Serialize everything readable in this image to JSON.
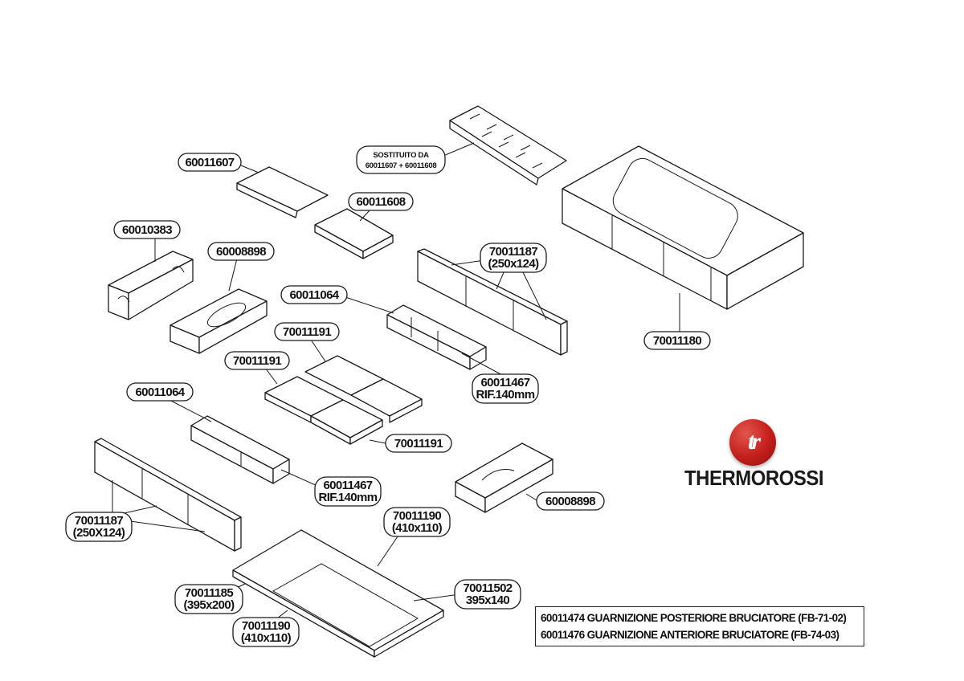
{
  "labels": {
    "l1": "60011607",
    "l2": "60011608",
    "l3a": "SOSTITUITO DA",
    "l3b": "60011607 + 60011608",
    "l4": "60010383",
    "l5": "60008898",
    "l6a": "70011187",
    "l6b": "(250x124)",
    "l7": "60011064",
    "l8": "70011191",
    "l9": "70011191",
    "l10a": "60011467",
    "l10b": "RIF.140mm",
    "l11": "70011191",
    "l12": "60011064",
    "l13a": "60011467",
    "l13b": "RIF.140mm",
    "l14a": "70011187",
    "l14b": "(250X124)",
    "l15": "60008898",
    "l16a": "70011190",
    "l16b": "(410x110)",
    "l17a": "70011185",
    "l17b": "(395x200)",
    "l18a": "70011502",
    "l18b": "395x140",
    "l19a": "70011190",
    "l19b": "(410x110)",
    "l20": "70011180"
  },
  "legend": {
    "line1": "60011474 GUARNIZIONE POSTERIORE BRUCIATORE (FB-71-02)",
    "line2": "60011476 GUARNIZIONE ANTERIORE BRUCIATORE (FB-74-03)"
  },
  "brand": {
    "logo_text": "tr",
    "name": "THERMOROSSI",
    "logo_color": "#c41e1a"
  }
}
